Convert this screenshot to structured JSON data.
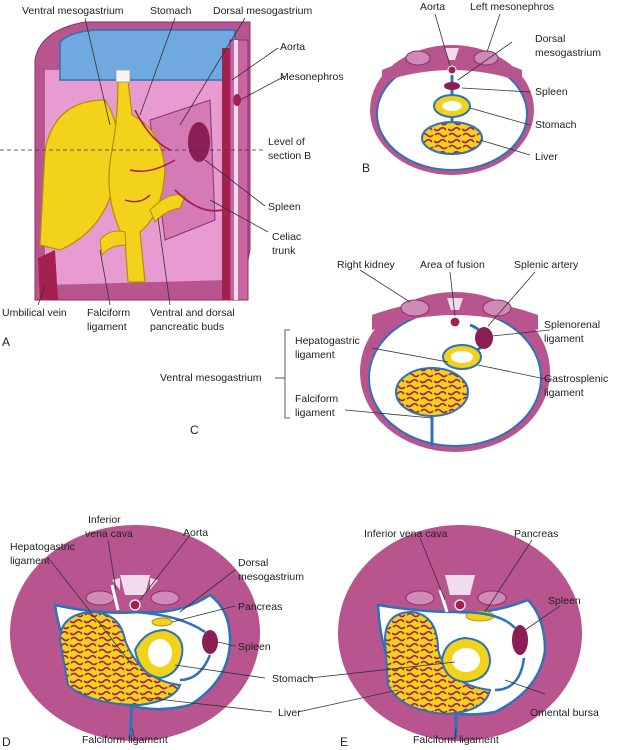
{
  "colors": {
    "wall": "#b8548e",
    "wall_dark": "#8e2f6b",
    "coelom": "#e79bd0",
    "mesentery": "#2e72b8",
    "cavity_fill": "#ffffff",
    "blue_cavity": "#6fa9e0",
    "organ_yellow": "#f2d21a",
    "organ_vessel": "#a3204f",
    "spleen": "#8a1e55",
    "vertebra": "#f0dcea",
    "line": "#333333"
  },
  "panels": {
    "a": "A",
    "b": "B",
    "c": "C",
    "d": "D",
    "e": "E"
  },
  "labels_a": {
    "ventral_mesogastrium": "Ventral mesogastrium",
    "stomach": "Stomach",
    "dorsal_mesogastrium": "Dorsal mesogastrium",
    "aorta": "Aorta",
    "mesonephros": "Mesonephros",
    "level_line1": "Level of",
    "level_line2": "section B",
    "spleen": "Spleen",
    "celiac_line1": "Celiac",
    "celiac_line2": "trunk",
    "umbilical_vein": "Umbilical vein",
    "falciform_line1": "Falciform",
    "falciform_line2": "ligament",
    "buds_line1": "Ventral and dorsal",
    "buds_line2": "pancreatic buds"
  },
  "labels_b": {
    "aorta": "Aorta",
    "left_mesonephros": "Left mesonephros",
    "dorsal_line1": "Dorsal",
    "dorsal_line2": "mesogastrium",
    "spleen": "Spleen",
    "stomach": "Stomach",
    "liver": "Liver"
  },
  "labels_c": {
    "right_kidney": "Right kidney",
    "area_of_fusion": "Area of fusion",
    "splenic_artery": "Splenic artery",
    "splenorenal_line1": "Splenorenal",
    "splenorenal_line2": "ligament",
    "hepatogastric_line1": "Hepatogastric",
    "hepatogastric_line2": "ligament",
    "ventral_mesogastrium": "Ventral mesogastrium",
    "gastrosplenic_line1": "Gastrosplenic",
    "gastrosplenic_line2": "ligament",
    "falciform_line1": "Falciform",
    "falciform_line2": "ligament"
  },
  "labels_d": {
    "ivc_line1": "Inferior",
    "ivc_line2": "vena cava",
    "hepatogastric_line1": "Hepatogastric",
    "hepatogastric_line2": "ligament",
    "aorta": "Aorta",
    "dorsal_line1": "Dorsal",
    "dorsal_line2": "mesogastrium",
    "pancreas": "Pancreas",
    "spleen": "Spleen",
    "falciform": "Falciform ligament"
  },
  "labels_shared": {
    "stomach": "Stomach",
    "liver": "Liver"
  },
  "labels_e": {
    "ivc": "Inferior vena cava",
    "pancreas": "Pancreas",
    "spleen": "Spleen",
    "omental_bursa": "Omental bursa",
    "falciform": "Falciform ligament"
  }
}
